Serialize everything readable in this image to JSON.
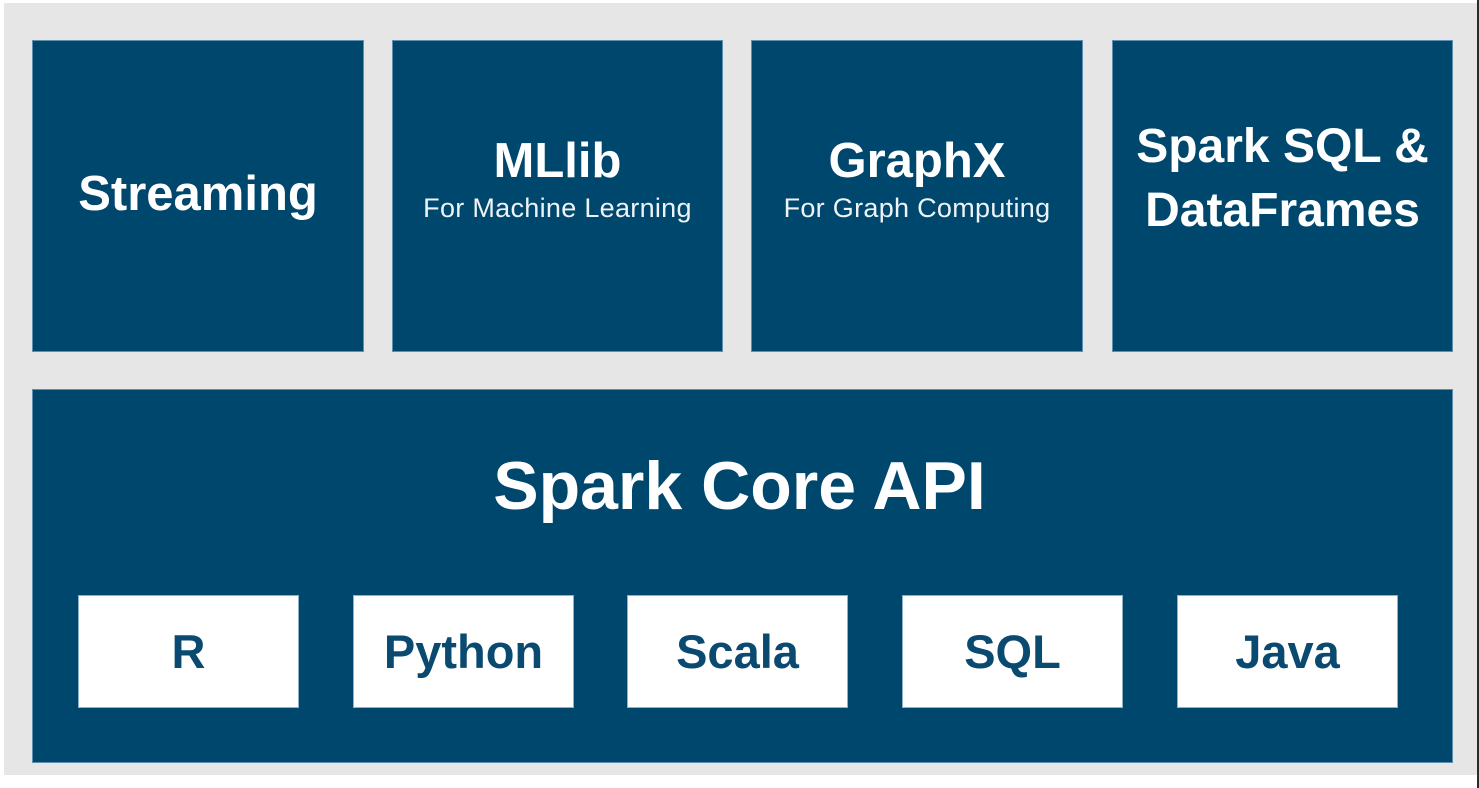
{
  "diagram": {
    "title": "Apache Spark Ecosystem",
    "colors": {
      "background": "#e6e6e6",
      "box_fill": "#00476e",
      "box_text": "#ffffff",
      "language_fill": "#ffffff",
      "language_text": "#0a4a70"
    },
    "libraries": [
      {
        "title": "Streaming",
        "subtitle": ""
      },
      {
        "title": "MLlib",
        "subtitle": "For Machine Learning"
      },
      {
        "title": "GraphX",
        "subtitle": "For Graph Computing"
      },
      {
        "title_line1": "Spark SQL &",
        "title_line2": "DataFrames"
      }
    ],
    "core": {
      "title": "Spark Core API",
      "languages": [
        "R",
        "Python",
        "Scala",
        "SQL",
        "Java"
      ]
    }
  }
}
